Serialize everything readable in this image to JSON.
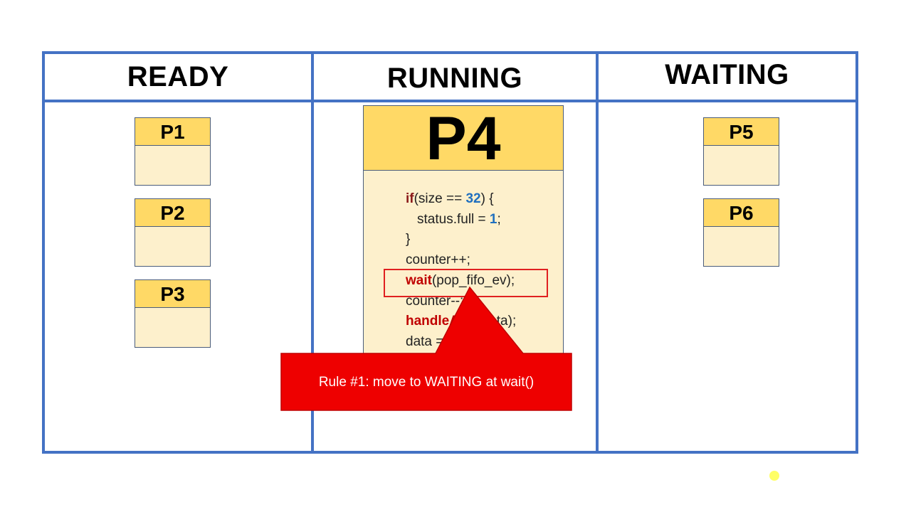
{
  "columns": {
    "ready": "READY",
    "running": "RUNNING",
    "waiting": "WAITING"
  },
  "ready_processes": [
    "P1",
    "P2",
    "P3"
  ],
  "running_process": {
    "label": "P4",
    "code": {
      "line1_kw": "if",
      "line1_a": "(size == ",
      "line1_num": "32",
      "line1_b": ") {",
      "line2_a": "status.full = ",
      "line2_num": "1",
      "line2_b": ";",
      "line3": "}",
      "line4": "counter++;",
      "line5_kw": "wait",
      "line5_rest": "(pop_fifo_ev);",
      "line6": "counter--;",
      "line7_kw": "handleAES",
      "line7_rest": "(data);",
      "line8": "data = null;"
    }
  },
  "waiting_processes": [
    "P5",
    "P6"
  ],
  "callout": {
    "text": "Rule #1: move to WAITING at wait()"
  },
  "colors": {
    "grid": "#4472c4",
    "pcb_header": "#ffd966",
    "pcb_body": "#fdf0cc",
    "callout": "#ee0000",
    "highlight": "#e02020"
  }
}
